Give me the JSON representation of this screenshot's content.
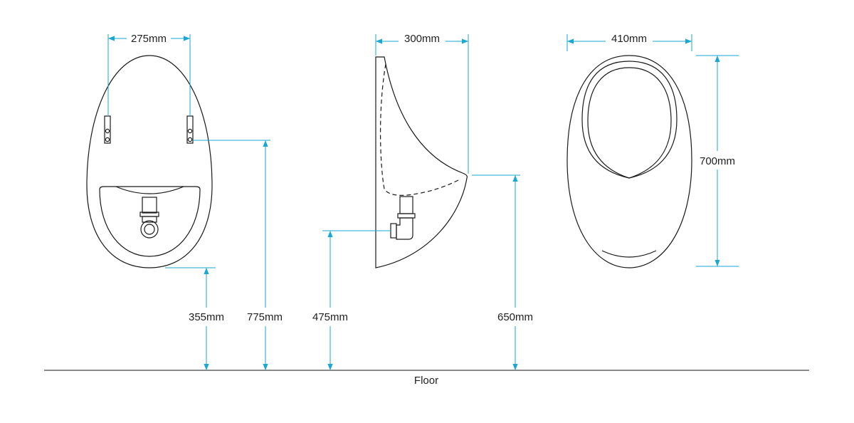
{
  "colors": {
    "dimension_line": "#1aa7d6",
    "outline": "#1a1a1a",
    "floor": "#444444",
    "text": "#222222",
    "background": "#ffffff"
  },
  "labels": {
    "front_fixing_width": "275mm",
    "side_depth": "300mm",
    "rear_width": "410mm",
    "rear_height": "700mm",
    "bottom_edge_height": "355mm",
    "fixing_height": "775mm",
    "waste_outlet_height": "475mm",
    "lip_height": "650mm",
    "floor": "Floor"
  }
}
